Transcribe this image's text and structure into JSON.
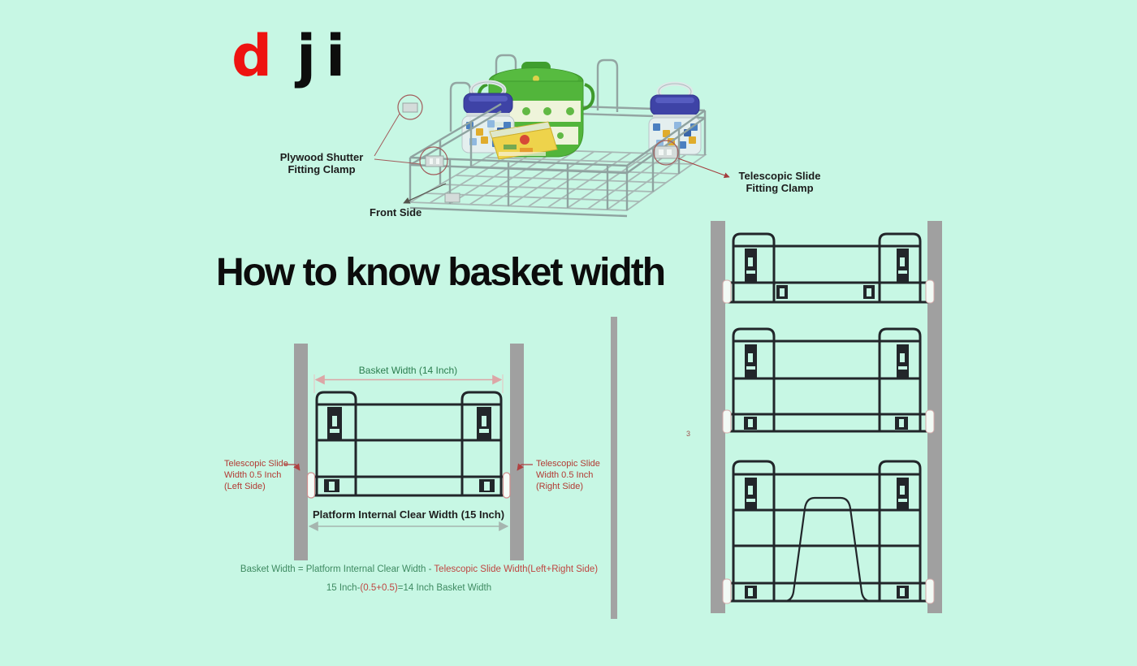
{
  "logo": {
    "letter_d": "d",
    "letter_j": "j",
    "letter_i": "i"
  },
  "photo": {
    "plywood_clamp_label": [
      "Plywood Shutter",
      "Fitting Clamp"
    ],
    "front_side_label": "Front Side",
    "telescopic_clamp_label": [
      "Telescopic Slide",
      "Fitting Clamp"
    ]
  },
  "heading": "How to know basket width",
  "diagram": {
    "basket_width_label": "Basket Width (14 Inch)",
    "left_slide_label": [
      "Telescopic Slide",
      "Width 0.5 Inch",
      "(Left Side)"
    ],
    "right_slide_label": [
      "Telescopic Slide",
      "Width 0.5 Inch",
      "(Right Side)"
    ],
    "platform_label": "Platform Internal Clear Width (15 Inch)",
    "formula_line1": {
      "green": "Basket Width = Platform Internal Clear Width - ",
      "red": "Telescopic Slide Width(Left+Right Side)"
    },
    "formula_line2": {
      "green_a": "15 Inch-",
      "red": "(0.5+0.5)",
      "green_b": "=14 Inch Basket Width"
    },
    "stray_mark": "3"
  },
  "colors": {
    "background": "#c7f7e4",
    "logo_red": "#ee1310",
    "ink": "#22262a",
    "green_text": "#2a7d4e",
    "red_text": "#b23a33",
    "formula_green": "#3e8a61",
    "formula_red": "#bf4540",
    "panel_gray": "#a0a0a0",
    "leader_maroon": "#a25b5b",
    "pink_arrow": "#dca6a6",
    "gray_arrow": "#a6b5af"
  }
}
